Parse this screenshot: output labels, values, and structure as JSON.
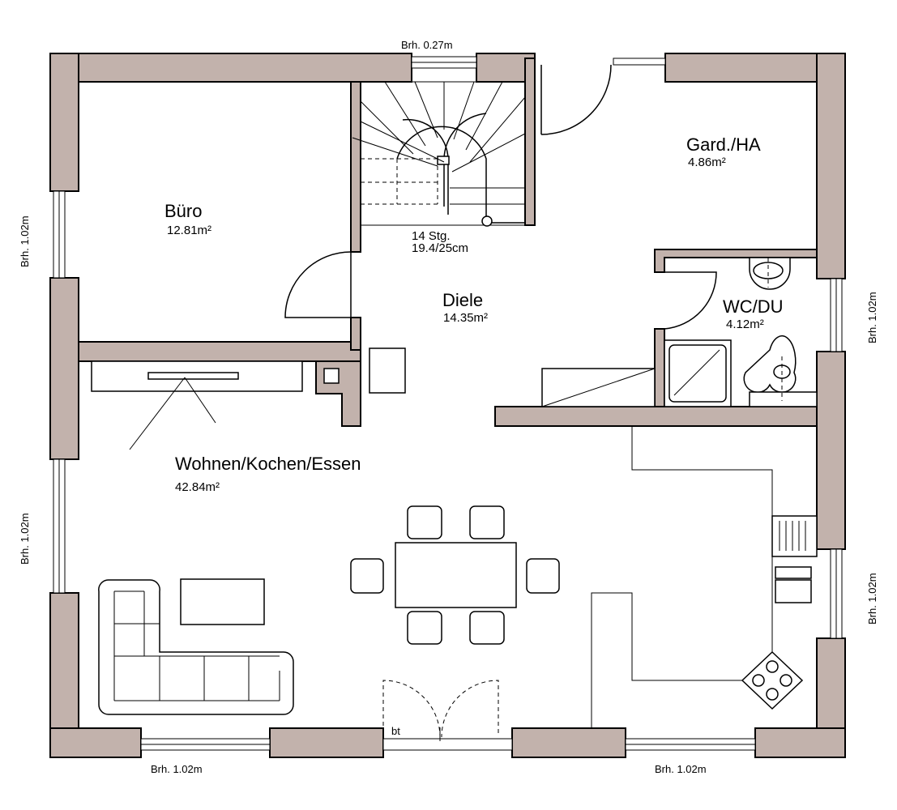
{
  "rooms": {
    "buero": {
      "name": "Büro",
      "area": "12.81m²"
    },
    "diele": {
      "name": "Diele",
      "area": "14.35m²"
    },
    "gard": {
      "name": "Gard./HA",
      "area": "4.86m²"
    },
    "wcdu": {
      "name": "WC/DU",
      "area": "4.12m²"
    },
    "wohnen": {
      "name": "Wohnen/Kochen/Essen",
      "area": "42.84m²"
    }
  },
  "stairs": {
    "steps": "14 Stg.",
    "dimensions": "19.4/25cm"
  },
  "windows": {
    "top": "Brh. 0.27m",
    "left_upper": "Brh. 1.02m",
    "left_lower": "Brh. 1.02m",
    "right_upper": "Brh. 1.02m",
    "right_lower": "Brh. 1.02m",
    "bottom_left": "Brh. 1.02m",
    "bottom_right": "Brh. 1.02m"
  },
  "door_label": "bt",
  "colors": {
    "wall": "#c2b2ac",
    "line": "#000000"
  }
}
